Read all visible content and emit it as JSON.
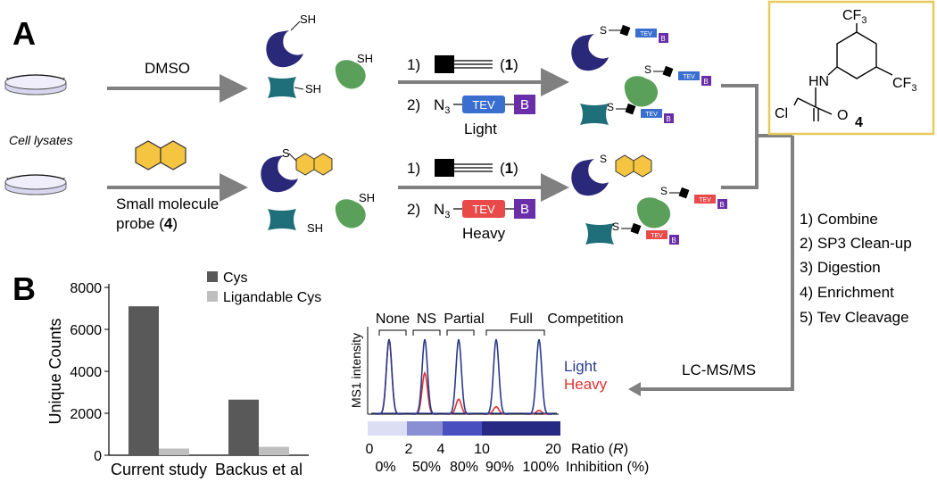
{
  "panel_a": {
    "letter": "A",
    "cell_lysates": "Cell lysates",
    "dmso": "DMSO",
    "probe_line1": "Small molecule",
    "probe_line2_pre": "probe (",
    "probe_line2_num": "4",
    "probe_line2_post": ")",
    "sh": "SH",
    "s": "S",
    "step1_num": "1)",
    "step2_num": "2)",
    "reagent_open": "(",
    "reagent_num": "1",
    "reagent_close": ")",
    "n3": "N",
    "n3_sub": "3",
    "tev": "TEV",
    "biotin": "B",
    "light": "Light",
    "heavy": "Heavy",
    "tag_tev": "TEV",
    "tag_b": "B",
    "light_color": "#3a6fd0",
    "heavy_color": "#e84a4a",
    "biotin_color": "#6a2fa8"
  },
  "compound": {
    "cf3_top": "CF",
    "cf3_top_sub": "3",
    "cf3_right": "CF",
    "cf3_right_sub": "3",
    "hn": "HN",
    "cl": "Cl",
    "o": "O",
    "label": "4",
    "border_color": "#e8c95a"
  },
  "workflow": {
    "steps": [
      "1) Combine",
      "2) SP3 Clean-up",
      "3) Digestion",
      "4) Enrichment",
      "5) Tev Cleavage"
    ],
    "lcms": "LC-MS/MS"
  },
  "panel_b": {
    "letter": "B",
    "chart_data": {
      "type": "bar",
      "categories": [
        "Current study",
        "Backus et al"
      ],
      "series": [
        {
          "name": "Cys",
          "values": [
            7100,
            2650
          ],
          "color": "#595959"
        },
        {
          "name": "Ligandable Cys",
          "values": [
            320,
            400
          ],
          "color": "#bfbfbf"
        }
      ],
      "ylabel": "Unique Counts",
      "ylim": [
        0,
        8000
      ],
      "yticks": [
        "0",
        "2000",
        "4000",
        "6000",
        "8000"
      ],
      "legend": "top-right"
    }
  },
  "chromatogram": {
    "groups": [
      "None",
      "NS",
      "Partial",
      "Full",
      "Competition"
    ],
    "ylabel": "MS1 intensity",
    "legend_light": "Light",
    "legend_heavy": "Heavy",
    "light_color": "#2a3a8a",
    "heavy_color": "#e03030",
    "heavy_fraction": [
      1.0,
      0.55,
      0.2,
      0.1,
      0.05
    ],
    "ratio_ticks": [
      "0",
      "2",
      "4",
      "10",
      "20"
    ],
    "ratio_label_pre": "Ratio (",
    "ratio_label_r": "R",
    "ratio_label_post": ")",
    "inhibition_ticks": [
      "0%",
      "50%",
      "80%",
      "90%",
      "100%"
    ],
    "inhibition_label": "Inhibition (%)",
    "band_colors": [
      "#dcdff3",
      "#8a8fd4",
      "#4a4fc0",
      "#262a82"
    ]
  }
}
